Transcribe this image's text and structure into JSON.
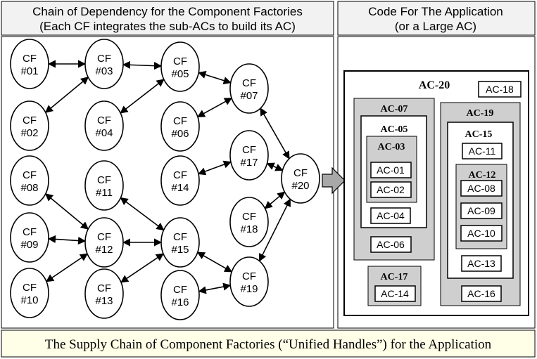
{
  "colors": {
    "panel_bg": "#f2f2f2",
    "footer_bg": "#ffffe8",
    "gray_box": "#cfcfcf",
    "line": "#000000",
    "arrow_fill": "#a8a8a8"
  },
  "left_panel": {
    "title_line1": "Chain of Dependency for the Component Factories",
    "title_line2": "(Each CF integrates the sub-ACs to build its AC)"
  },
  "right_panel": {
    "title_line1": "Code For The Application",
    "title_line2": "(or a Large AC)"
  },
  "footer": "The Supply Chain of Component Factories (“Unified Handles”) for the Application",
  "nodes": [
    {
      "id": "01",
      "line1": "CF",
      "line2": "#01"
    },
    {
      "id": "02",
      "line1": "CF",
      "line2": "#02"
    },
    {
      "id": "03",
      "line1": "CF",
      "line2": "#03"
    },
    {
      "id": "04",
      "line1": "CF",
      "line2": "#04"
    },
    {
      "id": "05",
      "line1": "CF",
      "line2": "#05"
    },
    {
      "id": "06",
      "line1": "CF",
      "line2": "#06"
    },
    {
      "id": "07",
      "line1": "CF",
      "line2": "#07"
    },
    {
      "id": "08",
      "line1": "CF",
      "line2": "#08"
    },
    {
      "id": "09",
      "line1": "CF",
      "line2": "#09"
    },
    {
      "id": "10",
      "line1": "CF",
      "line2": "#10"
    },
    {
      "id": "11",
      "line1": "CF",
      "line2": "#11"
    },
    {
      "id": "12",
      "line1": "CF",
      "line2": "#12"
    },
    {
      "id": "13",
      "line1": "CF",
      "line2": "#13"
    },
    {
      "id": "14",
      "line1": "CF",
      "line2": "#14"
    },
    {
      "id": "15",
      "line1": "CF",
      "line2": "#15"
    },
    {
      "id": "16",
      "line1": "CF",
      "line2": "#16"
    },
    {
      "id": "17",
      "line1": "CF",
      "line2": "#17"
    },
    {
      "id": "18",
      "line1": "CF",
      "line2": "#18"
    },
    {
      "id": "19",
      "line1": "CF",
      "line2": "#19"
    },
    {
      "id": "20",
      "line1": "CF",
      "line2": "#20"
    }
  ],
  "edges": [
    [
      "01",
      "03"
    ],
    [
      "02",
      "03"
    ],
    [
      "03",
      "05"
    ],
    [
      "04",
      "05"
    ],
    [
      "05",
      "07"
    ],
    [
      "06",
      "07"
    ],
    [
      "07",
      "20"
    ],
    [
      "14",
      "17"
    ],
    [
      "17",
      "20"
    ],
    [
      "18",
      "20"
    ],
    [
      "19",
      "20"
    ],
    [
      "08",
      "12"
    ],
    [
      "09",
      "12"
    ],
    [
      "10",
      "12"
    ],
    [
      "11",
      "15"
    ],
    [
      "12",
      "15"
    ],
    [
      "13",
      "15"
    ],
    [
      "15",
      "19"
    ],
    [
      "16",
      "19"
    ]
  ],
  "components": {
    "ac20": "AC-20",
    "ac18": "AC-18",
    "ac07": "AC-07",
    "ac05": "AC-05",
    "ac03": "AC-03",
    "ac01": "AC-01",
    "ac02": "AC-02",
    "ac04": "AC-04",
    "ac06": "AC-06",
    "ac19": "AC-19",
    "ac15": "AC-15",
    "ac11": "AC-11",
    "ac12": "AC-12",
    "ac08": "AC-08",
    "ac09": "AC-09",
    "ac10": "AC-10",
    "ac13": "AC-13",
    "ac16": "AC-16",
    "ac17": "AC-17",
    "ac14": "AC-14"
  }
}
